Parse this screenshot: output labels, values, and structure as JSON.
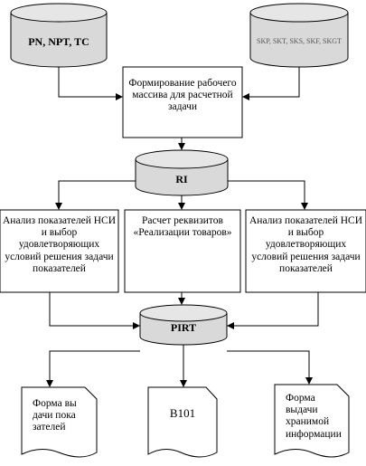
{
  "nodes": {
    "db_left": "PN, NPT, TC",
    "db_right": "SKP, SKT, SKS, SKF, SKGT",
    "process_top": "Формирование рабочего массива для расчетной задачи",
    "db_mid": "RI",
    "process_left": "Анализ показателей НСИ и выбор удовлетворяющих условий решения задачи показателей",
    "process_center": "Расчет реквизитов «Реализации товаров»",
    "process_right": "Анализ показателей НСИ и выбор удовлетворяющих условий решения задачи показателей",
    "db_bottom": "PIRT",
    "doc_left": "Форма выдачи показателей",
    "doc_center": "B101",
    "doc_right": "Форма выдачи хранимой информации"
  }
}
